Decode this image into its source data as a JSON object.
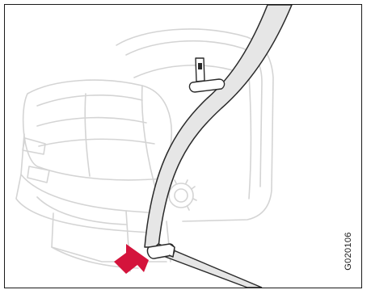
{
  "illustration": {
    "figure_code": "G020106",
    "colors": {
      "seat_line": "#d4d4d4",
      "belt_fill": "#e6e6e6",
      "belt_outline": "#2a2a2a",
      "arrow": "#d4143c",
      "frame": "#1a1a1a"
    },
    "icons": [
      "seat-outline",
      "seat-belt",
      "belt-guide-clip",
      "belt-latch-plate",
      "pointer-arrow-icon"
    ]
  }
}
